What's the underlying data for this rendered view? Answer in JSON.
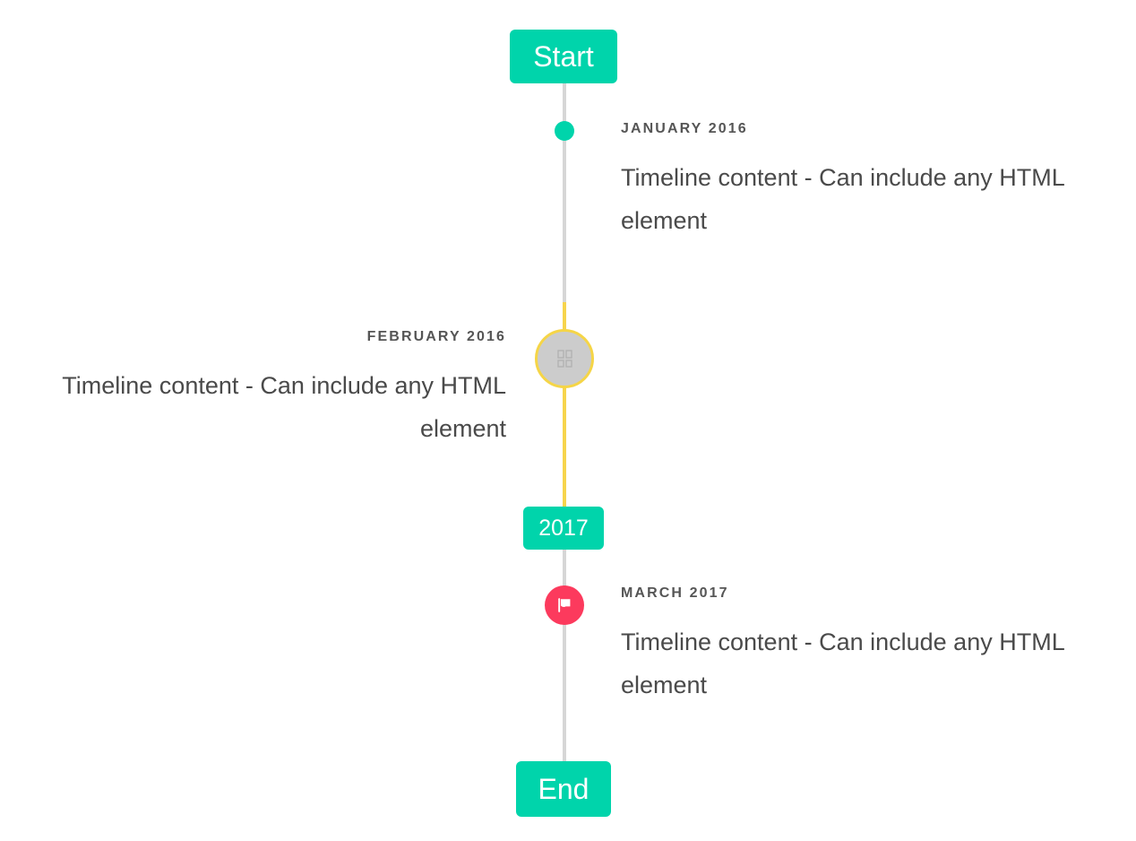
{
  "colors": {
    "accent_mint": "#00d4ab",
    "line_grey": "#d6d6d6",
    "line_yellow": "#f7d44c",
    "ring_gold": "#f5d547",
    "ring_fill_grey": "#cccccc",
    "flag_pink": "#fc3a5d",
    "date_text": "#555555",
    "body_text": "#4a4a4a",
    "background": "#ffffff"
  },
  "caps": {
    "start_label": "Start",
    "middle_label": "2017",
    "end_label": "End"
  },
  "entries": [
    {
      "date": "JANUARY 2016",
      "body": "Timeline content - Can include any HTML element",
      "side": "right",
      "marker": "dot"
    },
    {
      "date": "FEBRUARY 2016",
      "body": "Timeline content - Can include any HTML element",
      "side": "left",
      "marker": "ring"
    },
    {
      "date": "MARCH 2017",
      "body": "Timeline content - Can include any HTML element",
      "side": "right",
      "marker": "flag"
    }
  ],
  "icons": {
    "marker_ring": "missing-glyph-icon",
    "marker_flag": "flag-icon"
  }
}
